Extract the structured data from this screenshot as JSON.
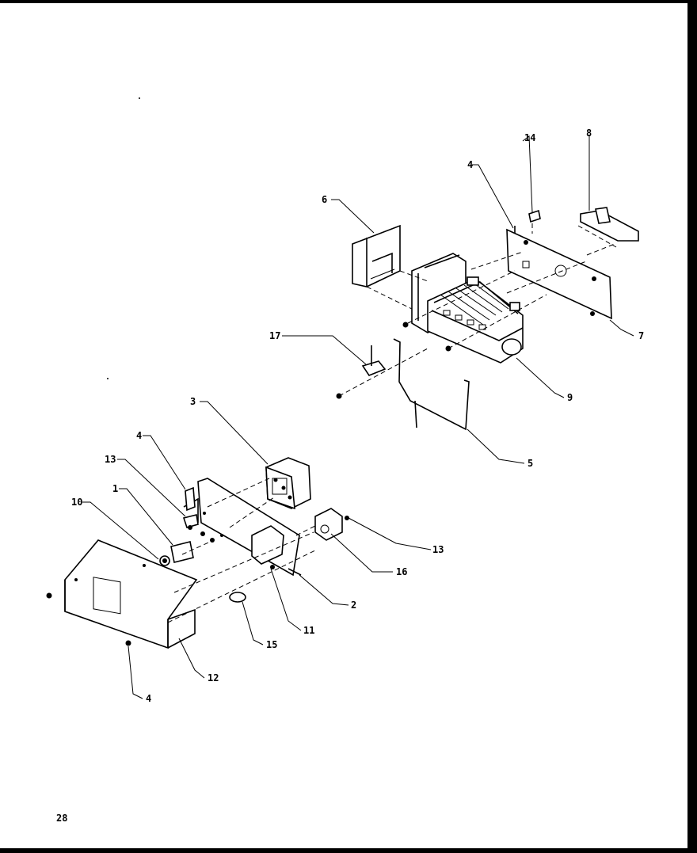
{
  "page_number": "28",
  "callouts": [
    {
      "id": "c14",
      "text": "14"
    },
    {
      "id": "c8",
      "text": "8"
    },
    {
      "id": "c4a",
      "text": "4"
    },
    {
      "id": "c6",
      "text": "6"
    },
    {
      "id": "c7",
      "text": "7"
    },
    {
      "id": "c17",
      "text": "17"
    },
    {
      "id": "c9",
      "text": "9"
    },
    {
      "id": "c3",
      "text": "3"
    },
    {
      "id": "c5",
      "text": "5"
    },
    {
      "id": "c4b",
      "text": "4"
    },
    {
      "id": "c13a",
      "text": "13"
    },
    {
      "id": "c1",
      "text": "1"
    },
    {
      "id": "c10",
      "text": "10"
    },
    {
      "id": "c13b",
      "text": "13"
    },
    {
      "id": "c16",
      "text": "16"
    },
    {
      "id": "c2",
      "text": "2"
    },
    {
      "id": "c11",
      "text": "11"
    },
    {
      "id": "c15",
      "text": "15"
    },
    {
      "id": "c12",
      "text": "12"
    },
    {
      "id": "c4c",
      "text": "4"
    }
  ]
}
